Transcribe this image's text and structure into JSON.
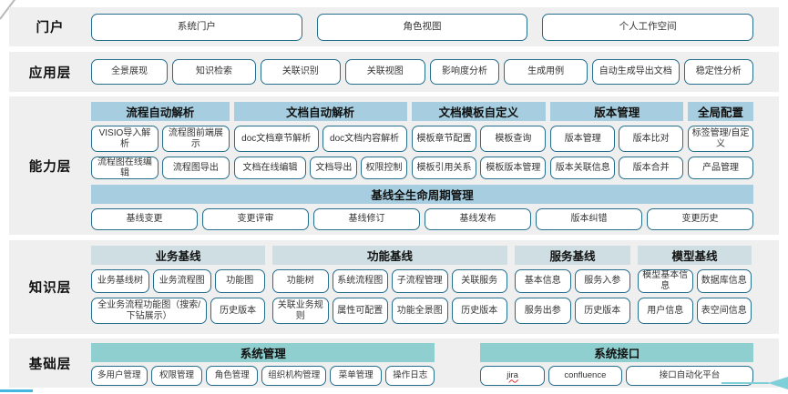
{
  "colors": {
    "header-blue": "#a6cee0",
    "header-pale": "#cedee2",
    "header-teal": "#8fcfcf",
    "pill-border": "#256e8c",
    "band-bg": "#efefef",
    "arrow-teal": "#7fcfd9",
    "bottom-line": "#45b6e0"
  },
  "layers": {
    "portal": {
      "label": "门户",
      "items": [
        "系统门户",
        "角色视图",
        "个人工作空间"
      ]
    },
    "application": {
      "label": "应用层",
      "items": [
        "全景展现",
        "知识检索",
        "关联识别",
        "关联视图",
        "影响度分析",
        "生成用例",
        "自动生成导出文档",
        "稳定性分析"
      ]
    },
    "capability": {
      "label": "能力层",
      "groups": [
        {
          "title": "流程自动解析",
          "rows": [
            [
              "VISIO导入解析",
              "流程图前端展示"
            ],
            [
              "流程图在线编辑",
              "流程图导出"
            ]
          ]
        },
        {
          "title": "文档自动解析",
          "rows": [
            [
              "doc文档章节解析",
              "doc文档内容解析"
            ],
            [
              "文档在线编辑",
              "文档导出",
              "权限控制"
            ]
          ]
        },
        {
          "title": "文档模板自定义",
          "rows": [
            [
              "模板章节配置",
              "模板查询"
            ],
            [
              "模板引用关系",
              "模板版本管理"
            ]
          ]
        },
        {
          "title": "版本管理",
          "rows": [
            [
              "版本管理",
              "版本比对"
            ],
            [
              "版本关联信息",
              "版本合并"
            ]
          ]
        },
        {
          "title": "全局配置",
          "rows": [
            [
              "标签管理/自定义"
            ],
            [
              "产品管理"
            ]
          ]
        }
      ],
      "baseline": {
        "title": "基线全生命周期管理",
        "items": [
          "基线变更",
          "变更评审",
          "基线修订",
          "基线发布",
          "版本纠错",
          "变更历史"
        ]
      }
    },
    "knowledge": {
      "label": "知识层",
      "groups": [
        {
          "title": "业务基线",
          "rows": [
            [
              "业务基线树",
              "业务流程图",
              "功能图"
            ],
            [
              "全业务流程功能图（搜索/下钻展示）",
              "历史版本"
            ]
          ]
        },
        {
          "title": "功能基线",
          "rows": [
            [
              "功能树",
              "系统流程图",
              "子流程管理",
              "关联服务"
            ],
            [
              "关联业务规则",
              "属性可配置",
              "功能全景图",
              "历史版本"
            ]
          ]
        },
        {
          "title": "服务基线",
          "rows": [
            [
              "基本信息",
              "服务入参"
            ],
            [
              "服务出参",
              "历史版本"
            ]
          ]
        },
        {
          "title": "模型基线",
          "rows": [
            [
              "模型基本信息",
              "数据库信息"
            ],
            [
              "用户信息",
              "表空间信息"
            ]
          ]
        }
      ]
    },
    "foundation": {
      "label": "基础层",
      "groups": [
        {
          "title": "系统管理",
          "rows": [
            [
              "多用户管理",
              "权限管理",
              "角色管理",
              "组织机构管理",
              "菜单管理",
              "操作日志"
            ]
          ]
        },
        {
          "title": "系统接口",
          "rows": [
            [
              "jira",
              "confluence",
              "接口自动化平台"
            ]
          ]
        }
      ]
    }
  }
}
